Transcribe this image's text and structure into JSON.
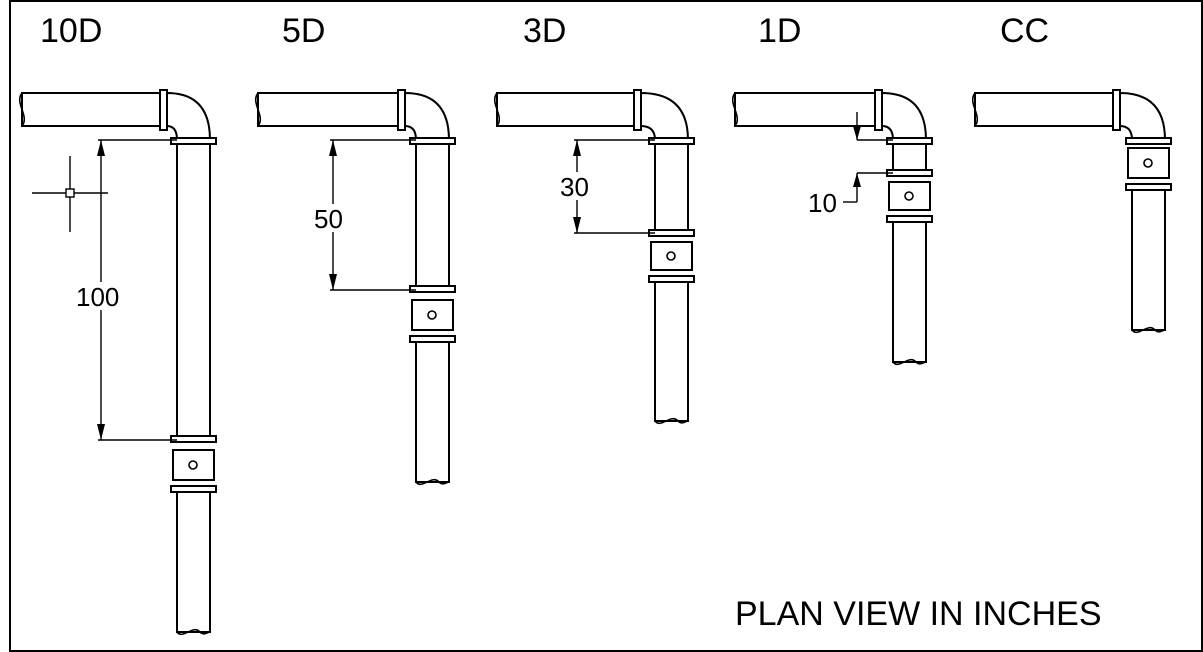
{
  "columns": [
    {
      "id": "10d",
      "label": "10D",
      "dimension": "100"
    },
    {
      "id": "5d",
      "label": "5D",
      "dimension": "50"
    },
    {
      "id": "3d",
      "label": "3D",
      "dimension": "30"
    },
    {
      "id": "1d",
      "label": "1D",
      "dimension": "10"
    },
    {
      "id": "cc",
      "label": "CC",
      "dimension": ""
    }
  ],
  "footer": {
    "title": "PLAN VIEW IN INCHES"
  }
}
